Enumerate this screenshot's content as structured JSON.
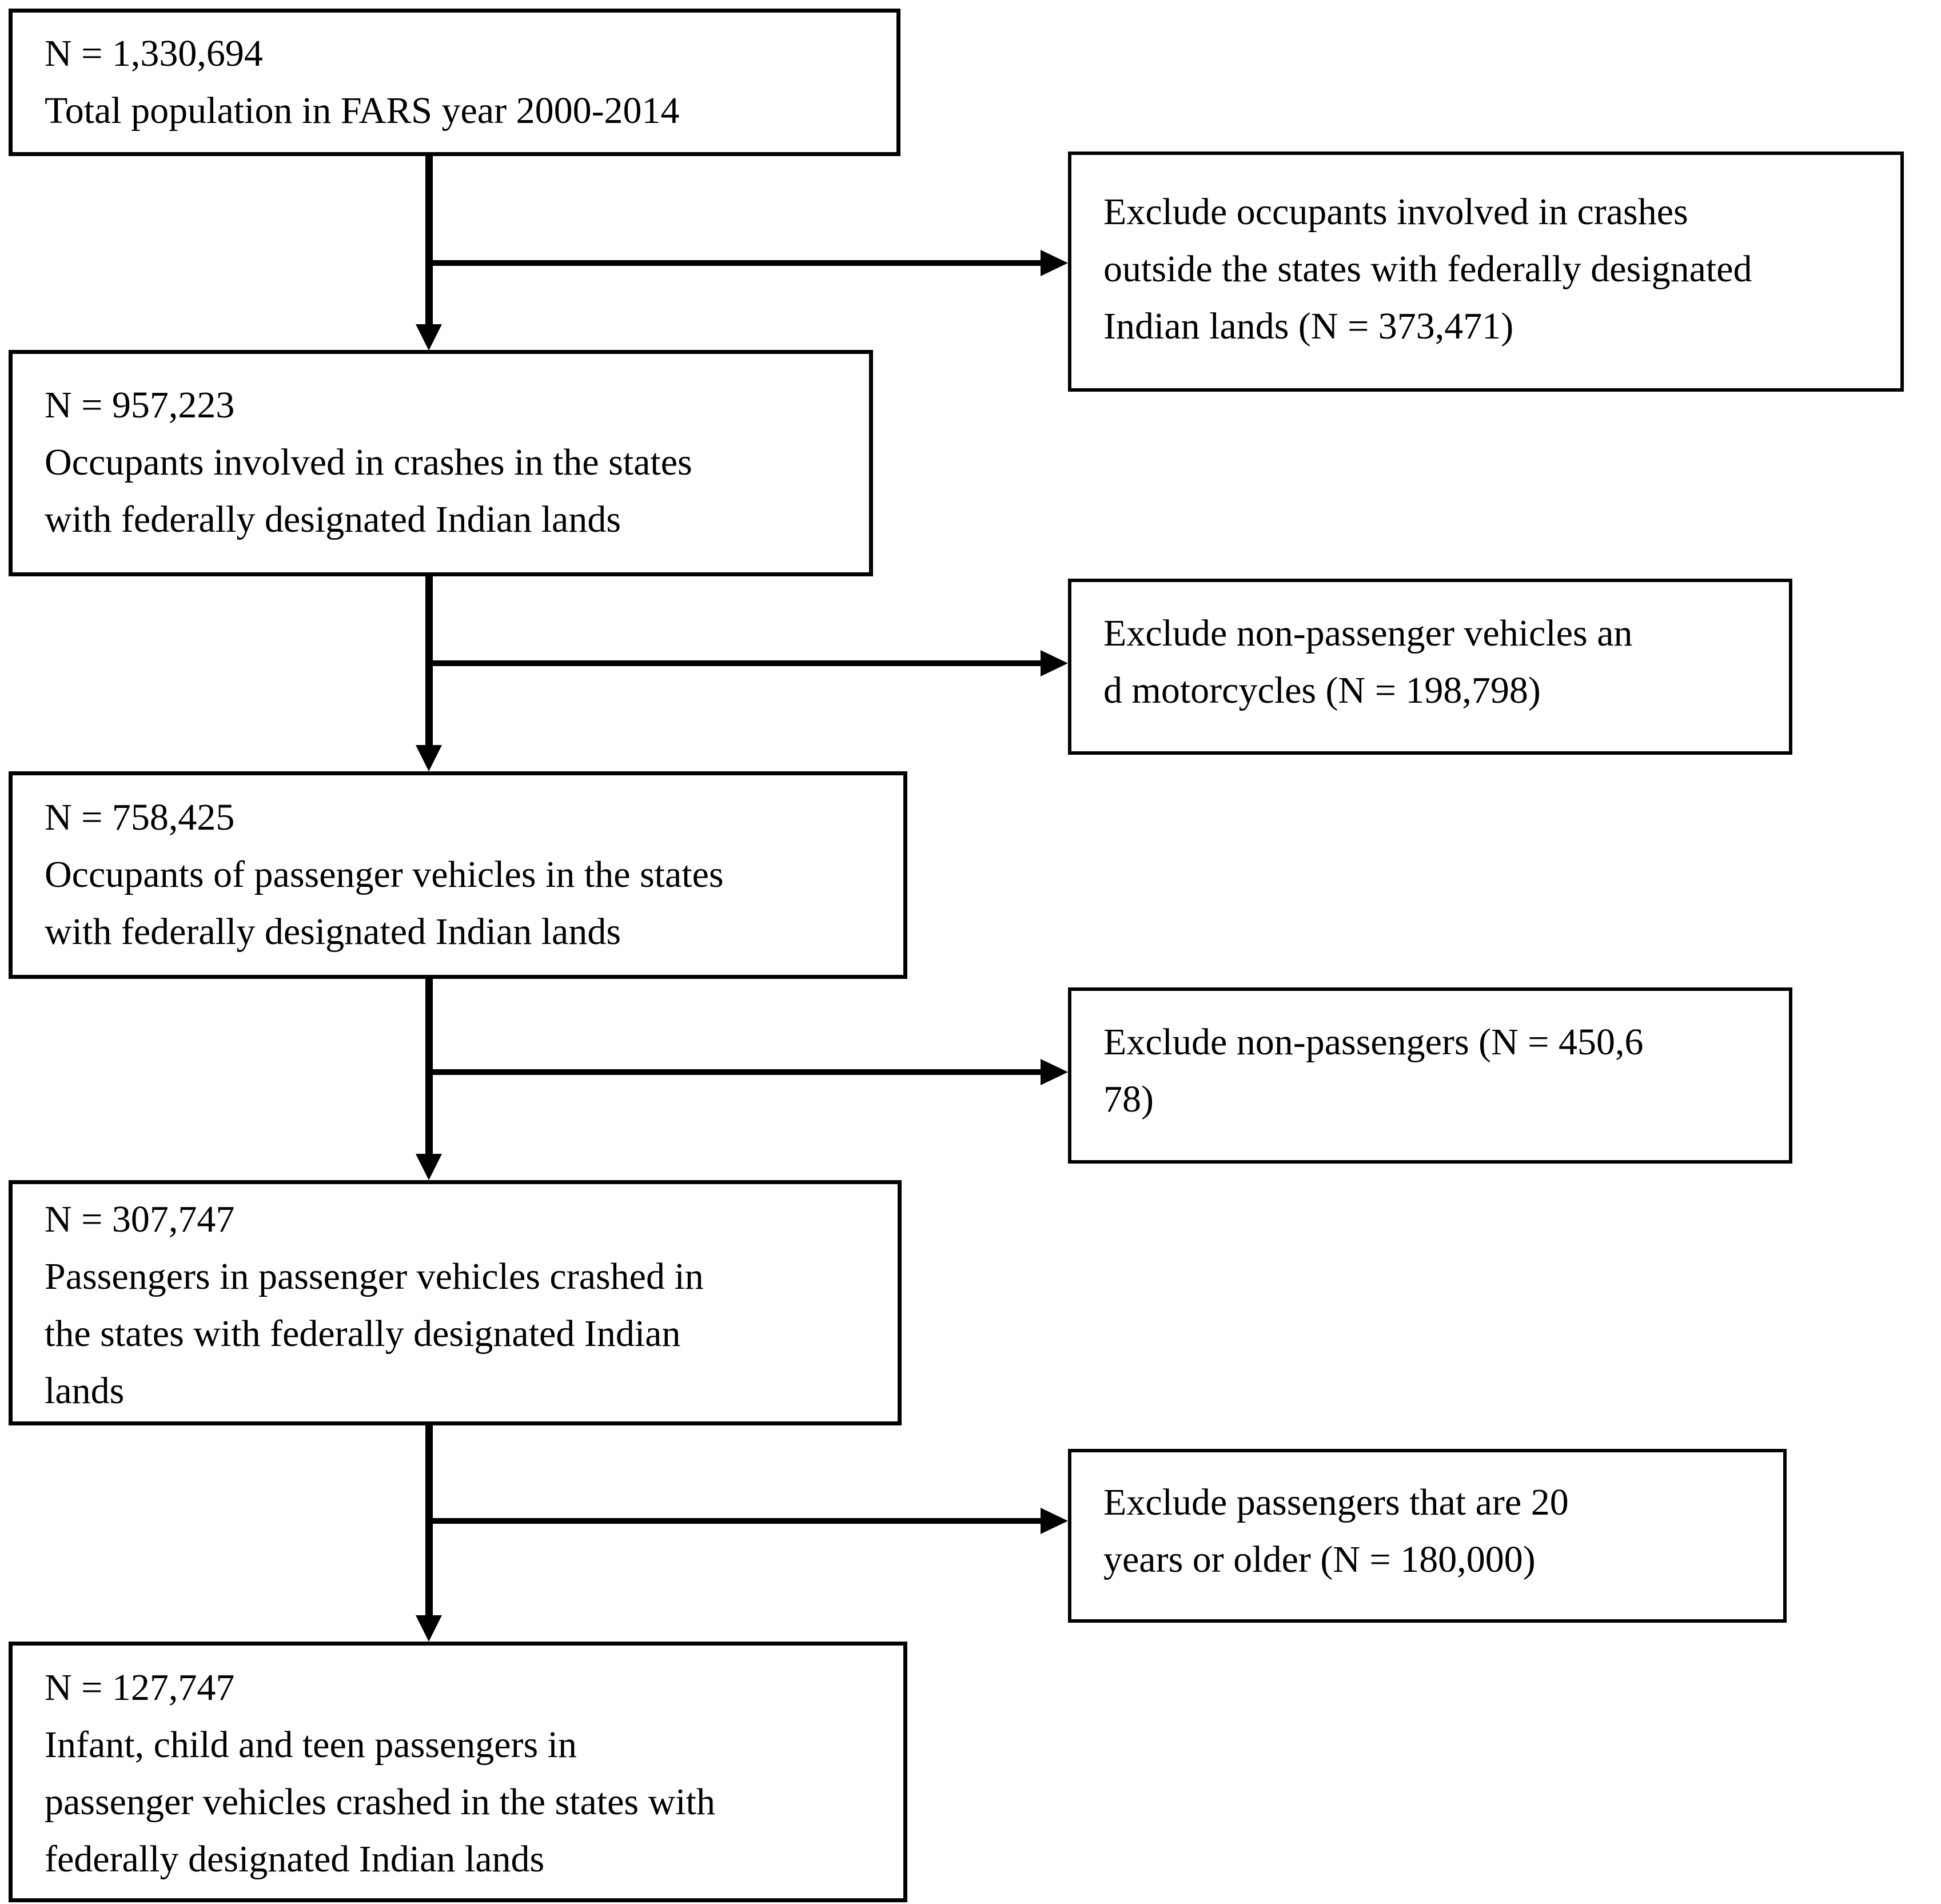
{
  "colors": {
    "ink": "#000000",
    "background": "#ffffff"
  },
  "flow": {
    "main": [
      {
        "lines": [
          "N = 1,330,694",
          "Total population in FARS year 2000-2014"
        ]
      },
      {
        "lines": [
          "N = 957,223",
          "Occupants involved in crashes in the states",
          "with federally designated Indian lands"
        ]
      },
      {
        "lines": [
          "N = 758,425",
          "Occupants of passenger vehicles in the states",
          "with federally designated Indian lands"
        ]
      },
      {
        "lines": [
          "N = 307,747",
          "Passengers in passenger vehicles crashed in",
          "the states with federally designated Indian",
          "lands"
        ]
      },
      {
        "lines": [
          "N = 127,747",
          "Infant, child and teen passengers in",
          "passenger vehicles crashed in the states with",
          "federally designated Indian lands"
        ]
      }
    ],
    "exclusions": [
      {
        "lines": [
          "Exclude occupants involved in crashes",
          "outside the states with federally designated",
          "Indian lands (N = 373,471)"
        ]
      },
      {
        "lines": [
          "Exclude non-passenger vehicles an",
          "d motorcycles (N = 198,798)"
        ]
      },
      {
        "lines": [
          "Exclude non-passengers (N = 450,6",
          "78)"
        ]
      },
      {
        "lines": [
          "Exclude passengers that are 20",
          "years or older (N = 180,000)"
        ]
      }
    ]
  }
}
